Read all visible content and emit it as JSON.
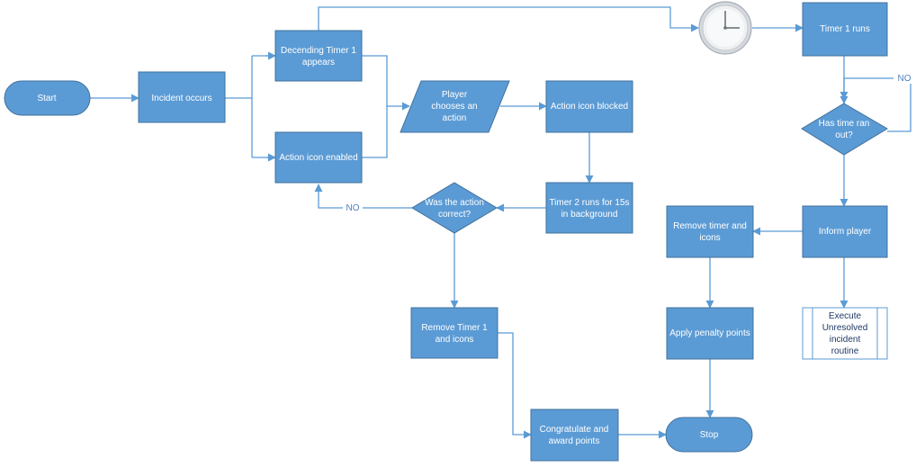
{
  "colors": {
    "node_fill": "#5b9bd5",
    "node_stroke": "#41719c",
    "edge": "#5b9bd5",
    "label": "#4f81bd",
    "subprocess_border": "#5b9bd5",
    "subprocess_text": "#1f3864"
  },
  "nodes": {
    "start": {
      "lines": [
        "Start"
      ]
    },
    "incident": {
      "lines": [
        "Incident occurs"
      ]
    },
    "timer1_appears": {
      "lines": [
        "Decending Timer 1",
        "appears"
      ]
    },
    "icon_enabled": {
      "lines": [
        "Action icon enabled"
      ]
    },
    "player_chooses": {
      "lines": [
        "Player",
        "chooses an",
        "action"
      ]
    },
    "icon_blocked": {
      "lines": [
        "Action icon blocked"
      ]
    },
    "timer2": {
      "lines": [
        "Timer 2 runs for 15s",
        "in background"
      ]
    },
    "was_correct": {
      "lines": [
        "Was the action",
        "correct?"
      ]
    },
    "remove_timer1": {
      "lines": [
        "Remove Timer 1",
        "and icons"
      ]
    },
    "congratulate": {
      "lines": [
        "Congratulate and",
        "award points"
      ]
    },
    "stop": {
      "lines": [
        "Stop"
      ]
    },
    "timer1_runs": {
      "lines": [
        "Timer 1 runs"
      ]
    },
    "time_out": {
      "lines": [
        "Has time ran",
        "out?"
      ]
    },
    "inform": {
      "lines": [
        "Inform player"
      ]
    },
    "remove_timer_icons": {
      "lines": [
        "Remove timer and",
        "icons"
      ]
    },
    "penalty": {
      "lines": [
        "Apply penalty points"
      ]
    },
    "unresolved": {
      "lines": [
        "Execute",
        "Unresolved",
        "incident",
        "routine"
      ]
    }
  },
  "edge_labels": {
    "no_left": "NO",
    "no_right": "NO"
  },
  "icons": {
    "clock": "clock-icon"
  }
}
